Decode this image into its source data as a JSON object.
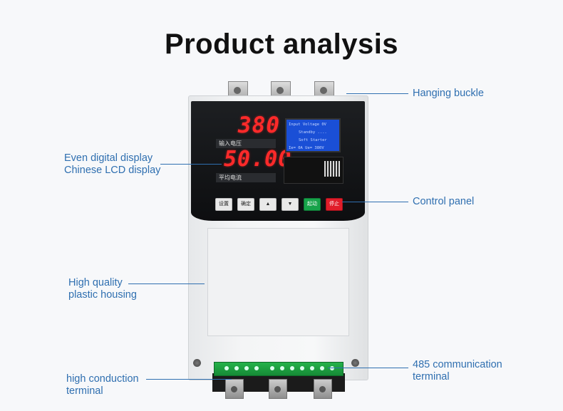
{
  "title": "Product analysis",
  "device": {
    "display_top": "380",
    "display_bottom": "50.00",
    "label_top_cn": "输入电压",
    "label_bottom_cn": "平均电流",
    "lcd_lines": [
      "Input Voltage   0V",
      "Standby ....",
      "Soft Starter",
      "Ie=  0A Ue= 380V"
    ],
    "buttons": [
      {
        "label": "设置",
        "style": "normal"
      },
      {
        "label": "确定",
        "style": "normal"
      },
      {
        "label": "▲",
        "style": "normal"
      },
      {
        "label": "▼",
        "style": "normal"
      },
      {
        "label": "起动",
        "style": "green"
      },
      {
        "label": "停止",
        "style": "red"
      }
    ]
  },
  "annotations": {
    "hanging_buckle": "Hanging buckle",
    "display_line1": "Even digital display",
    "display_line2": "Chinese LCD display",
    "control_panel": "Control panel",
    "housing_line1": "High quality",
    "housing_line2": "plastic housing",
    "terminal_line1": "high conduction",
    "terminal_line2": "terminal",
    "comm_line1": "485 communication",
    "comm_line2": "terminal"
  },
  "colors": {
    "accent": "#2f6fb0",
    "led": "#ff2a2a",
    "lcd": "#1a4fd6"
  }
}
